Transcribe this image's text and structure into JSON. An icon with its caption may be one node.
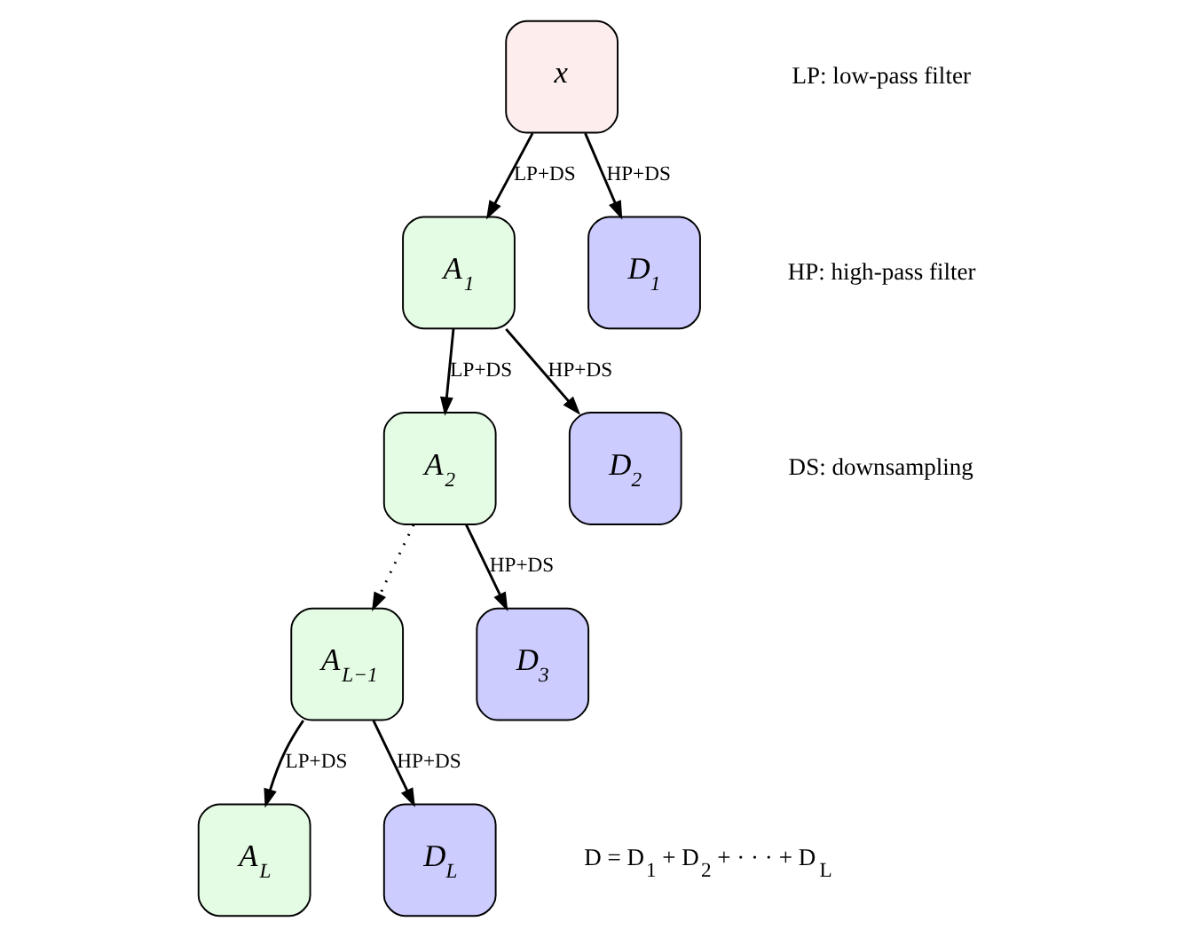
{
  "diagram": {
    "nodes": [
      {
        "text": [
          "x"
        ]
      },
      {
        "text": [
          "A$_{1}$"
        ]
      },
      {
        "text": [
          "D$_{1}$"
        ]
      },
      {
        "text": [
          "A$_{2}$"
        ]
      },
      {
        "text": [
          "D$_{2}$"
        ]
      },
      {
        "text": [
          "A$_{L−1}$"
        ]
      },
      {
        "text": [
          "D$_{3}$"
        ]
      },
      {
        "text": [
          "A$_{L}$"
        ]
      },
      {
        "text": [
          "D$_{L}$"
        ]
      }
    ],
    "edges": [
      {
        "from": 0,
        "to": 1,
        "arrow": "to",
        "label": "LP+DS"
      },
      {
        "from": 0,
        "to": 2,
        "arrow": "to",
        "label": "HP+DS"
      },
      {
        "from": 1,
        "to": 3,
        "arrow": "to",
        "label": "LP+DS"
      },
      {
        "from": 1,
        "to": 4,
        "arrow": "to",
        "label": "HP+DS"
      },
      {
        "from": 3,
        "to": 5,
        "arrow": "to",
        "style": "dashed"
      },
      {
        "from": 3,
        "to": 6,
        "arrow": "to",
        "label": "HP+DS"
      },
      {
        "from": 5,
        "to": 7,
        "arrow": "to",
        "label": "LP+DS"
      },
      {
        "from": 5,
        "to": 8,
        "arrow": "to",
        "label": "HP+DS"
      }
    ],
    "labels": [
      "LP: low-pass filter",
      "HP: high-pass filter",
      "DS: downsampling",
      "D = D$_{1}$ + D$_{2}$ + · · · + D$_{L}$"
    ]
  }
}
